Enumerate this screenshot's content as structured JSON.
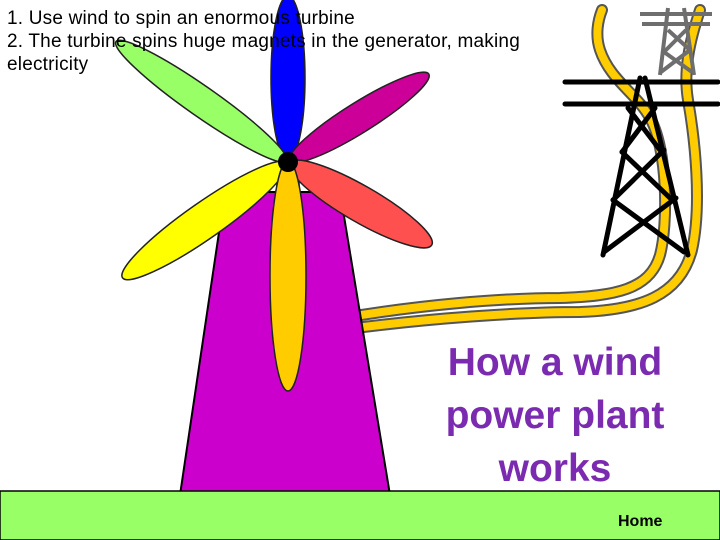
{
  "steps": [
    "1. Use wind to spin an enormous turbine",
    "2. The turbine spins huge magnets in the generator, making electricity"
  ],
  "title_lines": [
    "How a wind",
    "power plant",
    "works"
  ],
  "home_label": "Home",
  "colors": {
    "title": "#7b2bb0",
    "tower": "#cc00cc",
    "ground": "#99ff66",
    "cable": "#ffcc00",
    "blade_top": "#0000ff",
    "blade_upper_right": "#cc0099",
    "blade_right": "#ff5050",
    "blade_bottom": "#ffcc00",
    "blade_lower_left": "#ffff00",
    "blade_upper_left": "#99ff66"
  }
}
